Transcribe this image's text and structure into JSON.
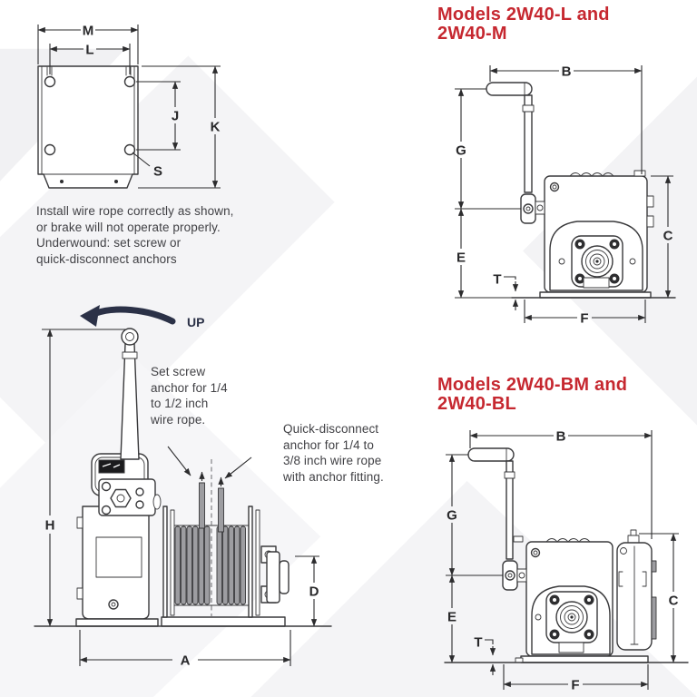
{
  "page": {
    "accent_color": "#c62830",
    "line_color": "#39393b",
    "navy_color": "#2b3147"
  },
  "mounting_view": {
    "dim_labels": {
      "m": "M",
      "l": "L",
      "j": "J",
      "k": "K",
      "s": "S"
    },
    "caption_lines": [
      "Install wire rope correctly as shown,",
      "or brake will not operate properly.",
      "Underwound: set screw or",
      "quick-disconnect anchors"
    ]
  },
  "models_top": {
    "title_line1": "Models 2W40-L and",
    "title_line2": "2W40-M",
    "dim_labels": {
      "b": "B",
      "g": "G",
      "e": "E",
      "t": "T",
      "c": "C",
      "f": "F"
    }
  },
  "front_view": {
    "up_label": "UP",
    "dim_labels": {
      "h": "H",
      "a": "A",
      "d": "D"
    },
    "set_screw_note_lines": [
      "Set screw",
      "anchor for 1/4",
      "to 1/2 inch",
      "wire rope."
    ],
    "quick_disconnect_note_lines": [
      "Quick-disconnect",
      "anchor for 1/4 to",
      "3/8 inch wire rope",
      "with anchor fitting."
    ]
  },
  "models_bottom": {
    "title_line1": "Models 2W40-BM and",
    "title_line2": "2W40-BL",
    "dim_labels": {
      "b": "B",
      "g": "G",
      "e": "E",
      "t": "T",
      "c": "C",
      "f": "F"
    }
  }
}
